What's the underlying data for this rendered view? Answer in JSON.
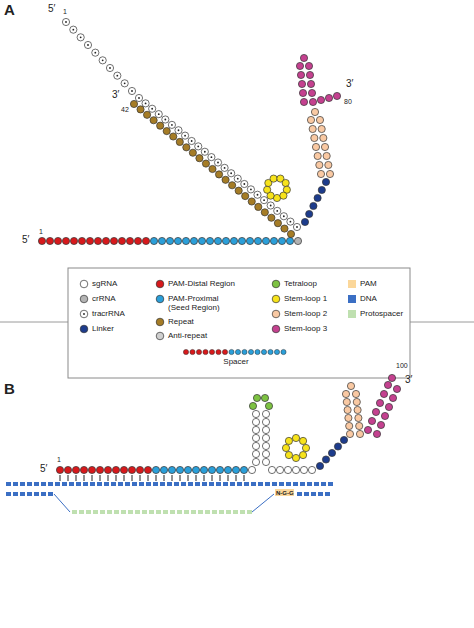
{
  "diagram": {
    "labels": [
      "A",
      "5′",
      "1",
      "3′",
      "42",
      "3′",
      "80",
      "5′",
      "1",
      "B",
      "5′",
      "1",
      "100",
      "3′",
      "N-G-G"
    ],
    "legend": [
      {
        "text": "sgRNA",
        "color": "#ffffff"
      },
      {
        "text": "crRNA",
        "color": "#b3b3b3"
      },
      {
        "text": "tracrRNA"
      },
      {
        "text": "Linker",
        "color": "#1d3c8c"
      },
      {
        "text": "PAM-Distal Region",
        "color": "#d7191c"
      },
      {
        "text": "PAM-Proximal (Seed Region)",
        "color": "#2b9fd9"
      },
      {
        "text": "Repeat",
        "color": "#a57c26"
      },
      {
        "text": "Anti-repeat",
        "color": "#cfcfcf"
      },
      {
        "text": "Tetraloop",
        "color": "#7dc242"
      },
      {
        "text": "Stem-loop 1",
        "color": "#f7e31b"
      },
      {
        "text": "Stem-loop 2",
        "color": "#f9c9a3"
      },
      {
        "text": "Stem-loop 3",
        "color": "#c4418f"
      },
      {
        "text": "PAM",
        "color": "#fbd79a"
      },
      {
        "text": "DNA",
        "color": "#3b6fc4"
      },
      {
        "text": "Protospacer",
        "color": "#bfe0b0"
      },
      {
        "text": "Spacer"
      }
    ]
  }
}
